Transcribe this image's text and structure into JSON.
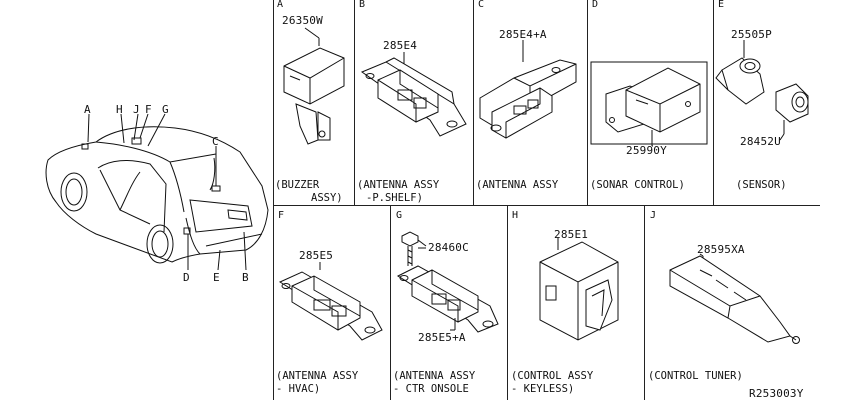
{
  "diagram_ref": "R253003Y",
  "vehicle_callouts": {
    "a": "A",
    "h": "H",
    "j": "J",
    "f": "F",
    "g": "G",
    "c": "C",
    "d": "D",
    "e": "E",
    "b": "B"
  },
  "panels": {
    "a": {
      "letter": "A",
      "part": "26350W",
      "caption_line1": "(BUZZER",
      "caption_line2": "ASSY)"
    },
    "b": {
      "letter": "B",
      "part": "285E4",
      "caption_line1": "(ANTENNA ASSY",
      "caption_line2": "-P.SHELF)"
    },
    "c": {
      "letter": "C",
      "part": "285E4+A",
      "caption_line1": "(ANTENNA ASSY"
    },
    "d": {
      "letter": "D",
      "part": "25990Y",
      "caption_line1": "(SONAR CONTROL)"
    },
    "e": {
      "letter": "E",
      "part1": "25505P",
      "part2": "28452U",
      "caption_line1": "(SENSOR)"
    },
    "f": {
      "letter": "F",
      "part": "285E5",
      "caption_line1": "(ANTENNA ASSY",
      "caption_line2": "- HVAC)"
    },
    "g": {
      "letter": "G",
      "part1": "28460C",
      "part2": "285E5+A",
      "caption_line1": "(ANTENNA ASSY",
      "caption_line2": "- CTR ONSOLE"
    },
    "h": {
      "letter": "H",
      "part": "285E1",
      "caption_line1": "(CONTROL ASSY",
      "caption_line2": "- KEYLESS)"
    },
    "j": {
      "letter": "J",
      "part": "28595XA",
      "caption_line1": "(CONTROL TUNER)"
    }
  }
}
